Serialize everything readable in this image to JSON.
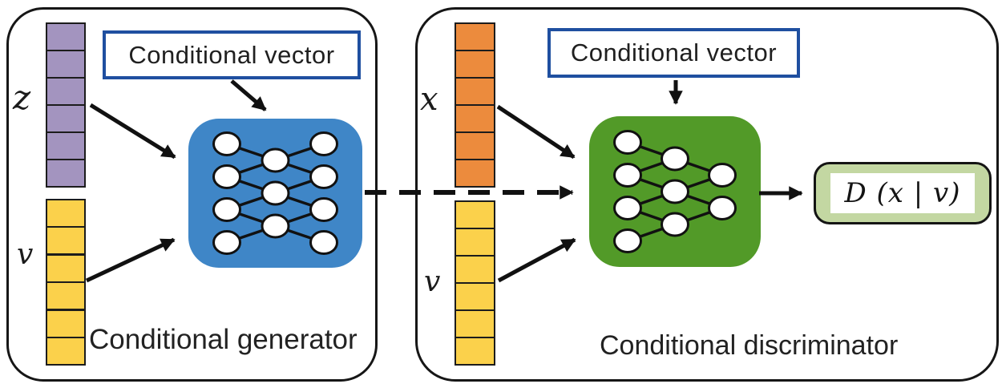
{
  "generator_panel": {
    "title": "Conditional generator",
    "conditional_vector_box": "Conditional vector",
    "noise_label": "z",
    "condition_label": "v",
    "noise_vector": {
      "cells": 6,
      "color": "#a394bf"
    },
    "condition_vector": {
      "cells": 6,
      "color": "#fbd14b"
    },
    "network": {
      "layers": [
        4,
        3,
        4
      ],
      "color": "#3f86c7"
    }
  },
  "discriminator_panel": {
    "title": "Conditional discriminator",
    "conditional_vector_box": "Conditional vector",
    "data_label": "x",
    "condition_label": "v",
    "data_vector": {
      "cells": 6,
      "color": "#ec8b3d"
    },
    "condition_vector": {
      "cells": 6,
      "color": "#fbd14b"
    },
    "network": {
      "layers": [
        4,
        3,
        2
      ],
      "color": "#529a28"
    },
    "output_box": {
      "label": "D (x | v)",
      "fill": "#c3d7a2"
    }
  },
  "colors": {
    "panel_border": "#161616",
    "callout_border": "#1f4fa0",
    "arrow": "#111111",
    "node_fill": "#ffffff"
  }
}
